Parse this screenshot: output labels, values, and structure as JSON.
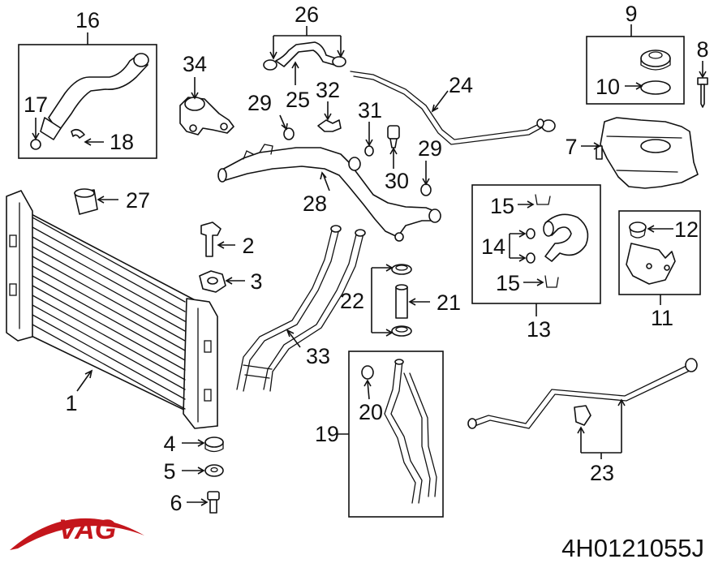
{
  "callouts": [
    {
      "id": "c16",
      "text": "16"
    },
    {
      "id": "c17",
      "text": "17"
    },
    {
      "id": "c18",
      "text": "18"
    },
    {
      "id": "c34",
      "text": "34"
    },
    {
      "id": "c26",
      "text": "26"
    },
    {
      "id": "c25",
      "text": "25"
    },
    {
      "id": "c32",
      "text": "32"
    },
    {
      "id": "c29a",
      "text": "29"
    },
    {
      "id": "c31",
      "text": "31"
    },
    {
      "id": "c30",
      "text": "30"
    },
    {
      "id": "c29b",
      "text": "29"
    },
    {
      "id": "c24",
      "text": "24"
    },
    {
      "id": "c9",
      "text": "9"
    },
    {
      "id": "c10",
      "text": "10"
    },
    {
      "id": "c8",
      "text": "8"
    },
    {
      "id": "c7",
      "text": "7"
    },
    {
      "id": "c27",
      "text": "27"
    },
    {
      "id": "c28",
      "text": "28"
    },
    {
      "id": "c2",
      "text": "2"
    },
    {
      "id": "c3",
      "text": "3"
    },
    {
      "id": "c22",
      "text": "22"
    },
    {
      "id": "c21",
      "text": "21"
    },
    {
      "id": "c15a",
      "text": "15"
    },
    {
      "id": "c14",
      "text": "14"
    },
    {
      "id": "c15b",
      "text": "15"
    },
    {
      "id": "c13",
      "text": "13"
    },
    {
      "id": "c12",
      "text": "12"
    },
    {
      "id": "c11",
      "text": "11"
    },
    {
      "id": "c33",
      "text": "33"
    },
    {
      "id": "c1",
      "text": "1"
    },
    {
      "id": "c20",
      "text": "20"
    },
    {
      "id": "c19",
      "text": "19"
    },
    {
      "id": "c4",
      "text": "4"
    },
    {
      "id": "c5",
      "text": "5"
    },
    {
      "id": "c6",
      "text": "6"
    },
    {
      "id": "c23",
      "text": "23"
    }
  ],
  "brand": {
    "logo_text": "VAG",
    "color": "#c4161c"
  },
  "part_number": "4H0121055J"
}
